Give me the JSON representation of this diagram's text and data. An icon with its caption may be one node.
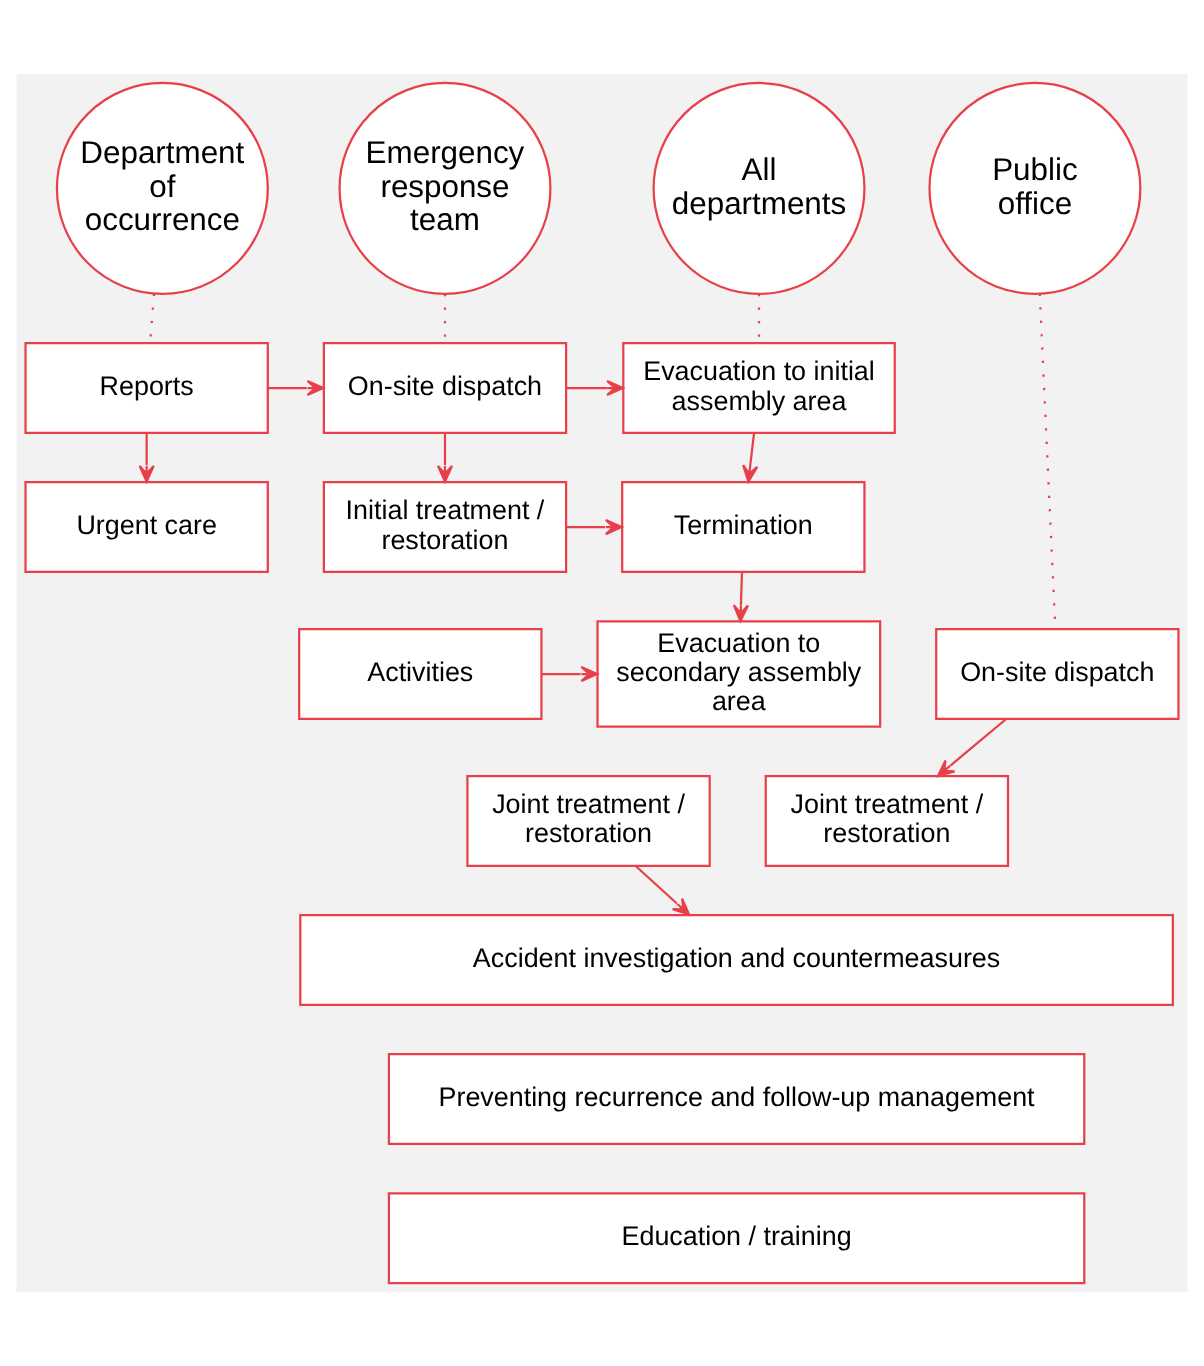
{
  "diagram": {
    "nodes": [
      {
        "text": [
          "Department of occurrence"
        ]
      },
      {
        "text": [
          "Emergency response team"
        ]
      },
      {
        "text": [
          "All departments"
        ]
      },
      {
        "text": [
          "Public office"
        ]
      },
      {
        "text": [
          "Reports"
        ]
      },
      {
        "text": [
          "On-site dispatch"
        ]
      },
      {
        "text": [
          "Evacuation to initial assembly area"
        ]
      },
      {
        "text": [
          "Urgent care"
        ]
      },
      {
        "text": [
          "Initial treatment / restoration"
        ]
      },
      {
        "text": [
          "Termination"
        ]
      },
      {
        "text": [
          "Activities"
        ]
      },
      {
        "text": [
          "Evacuation to secondary assembly area"
        ]
      },
      {
        "text": [
          "On-site dispatch"
        ]
      },
      {
        "text": [
          "Joint treatment / restoration"
        ]
      },
      {
        "text": [
          "Joint treatment / restoration"
        ]
      },
      {
        "text": [
          "Accident investigation and countermeasures"
        ]
      },
      {
        "text": [
          "Preventing recurrence and follow-up management"
        ]
      },
      {
        "text": [
          "Education / training"
        ]
      }
    ],
    "edges": [
      {
        "from": 0,
        "to": 4,
        "arrow": "none",
        "style": "dashed"
      },
      {
        "from": 1,
        "to": 5,
        "arrow": "none",
        "style": "dashed"
      },
      {
        "from": 2,
        "to": 6,
        "arrow": "none",
        "style": "dashed"
      },
      {
        "from": 3,
        "to": 12,
        "arrow": "none",
        "style": "dashed"
      },
      {
        "from": 4,
        "to": 5,
        "arrow": "to"
      },
      {
        "from": 5,
        "to": 6,
        "arrow": "to"
      },
      {
        "from": 4,
        "to": 7,
        "arrow": "to"
      },
      {
        "from": 5,
        "to": 8,
        "arrow": "to"
      },
      {
        "from": 6,
        "to": 9,
        "arrow": "to"
      },
      {
        "from": 8,
        "to": 9,
        "arrow": "to"
      },
      {
        "from": 9,
        "to": 11,
        "arrow": "to"
      },
      {
        "from": 10,
        "to": 11,
        "arrow": "to"
      },
      {
        "from": 12,
        "to": 14,
        "arrow": "to"
      },
      {
        "from": 13,
        "to": 15,
        "arrow": "to"
      }
    ]
  }
}
